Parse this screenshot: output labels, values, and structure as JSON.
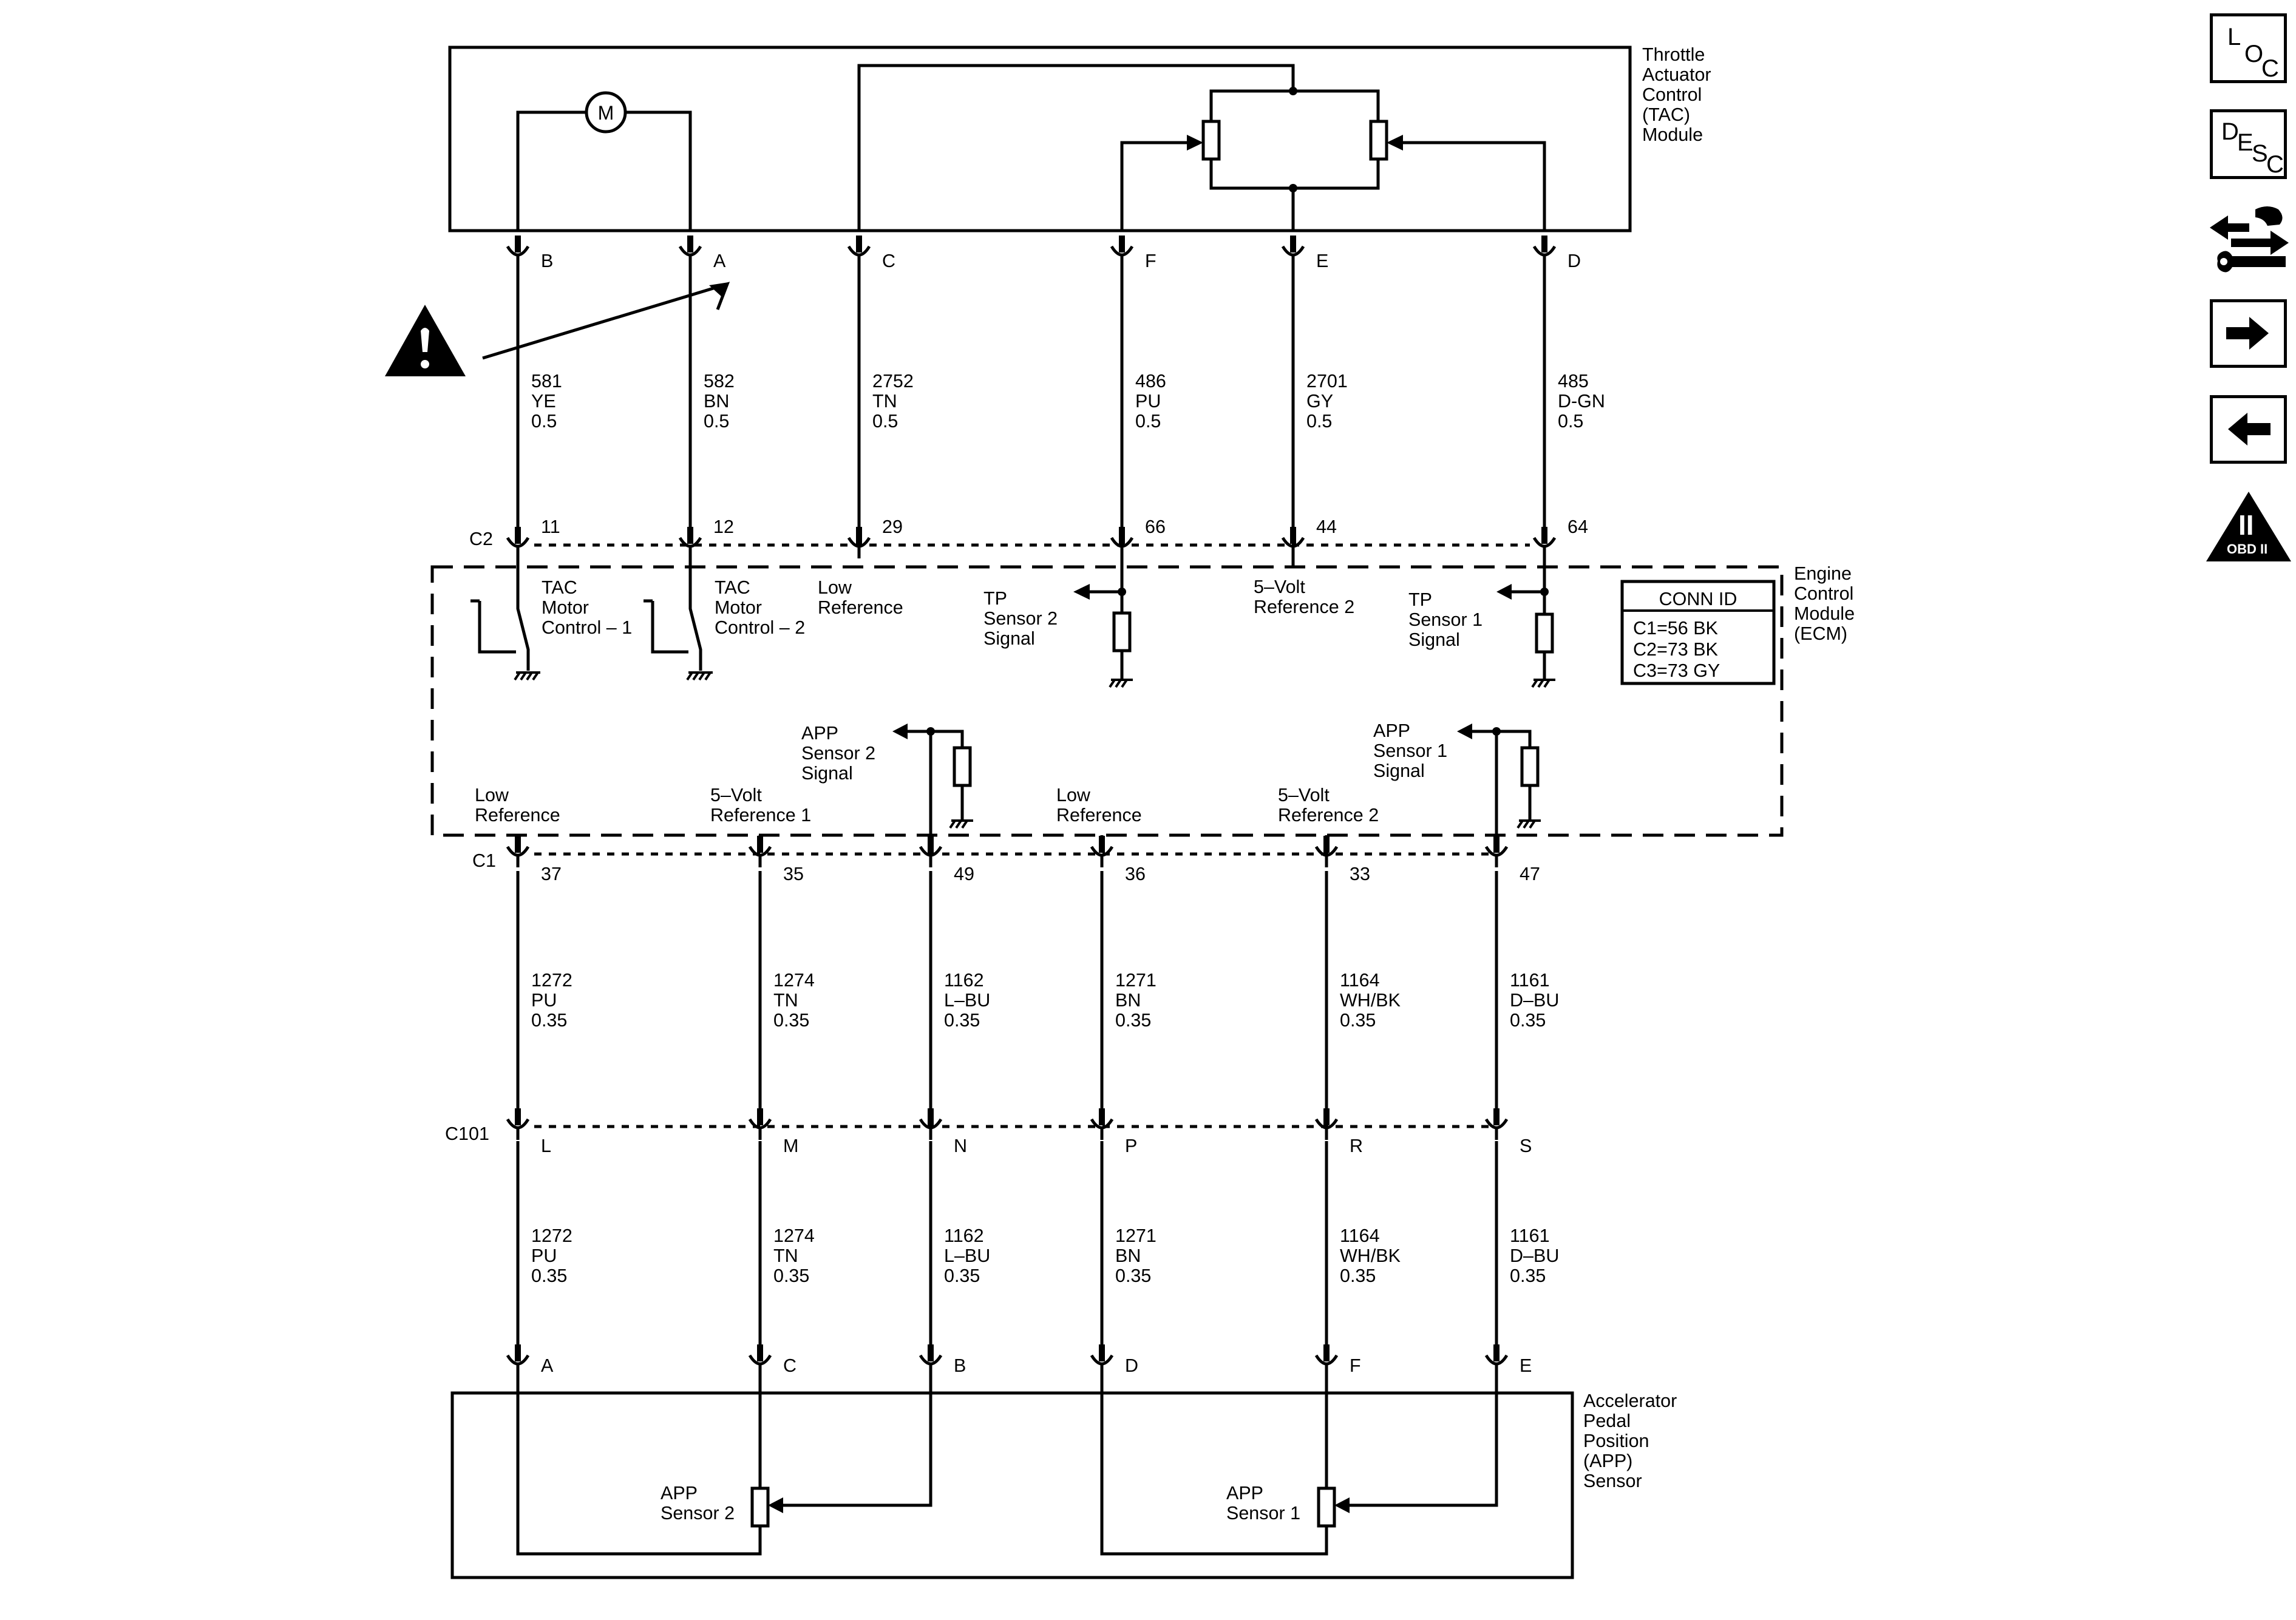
{
  "modules": {
    "tac": [
      "Throttle",
      "Actuator",
      "Control",
      "(TAC)",
      "Module"
    ],
    "ecm": [
      "Engine",
      "Control",
      "Module",
      "(ECM)"
    ],
    "app": [
      "Accelerator",
      "Pedal",
      "Position",
      "(APP)",
      "Sensor"
    ]
  },
  "motor_symbol": "M",
  "conn_id": {
    "header": "CONN ID",
    "rows": [
      "C1=56 BK",
      "C2=73 BK",
      "C3=73 GY"
    ]
  },
  "connectors": {
    "c2": "C2",
    "c1": "C1",
    "c101": "C101"
  },
  "tac_pins": [
    "B",
    "A",
    "C",
    "F",
    "E",
    "D"
  ],
  "c2_pins": [
    "11",
    "12",
    "29",
    "66",
    "44",
    "64"
  ],
  "upper_wires": [
    {
      "circuit": "581",
      "color": "YE",
      "gauge": "0.5"
    },
    {
      "circuit": "582",
      "color": "BN",
      "gauge": "0.5"
    },
    {
      "circuit": "2752",
      "color": "TN",
      "gauge": "0.5"
    },
    {
      "circuit": "486",
      "color": "PU",
      "gauge": "0.5"
    },
    {
      "circuit": "2701",
      "color": "GY",
      "gauge": "0.5"
    },
    {
      "circuit": "485",
      "color": "D-GN",
      "gauge": "0.5"
    }
  ],
  "ecm_upper_labels": [
    [
      "TAC",
      "Motor",
      "Control – 1"
    ],
    [
      "TAC",
      "Motor",
      "Control – 2"
    ],
    [
      "Low",
      "Reference"
    ],
    [
      "TP",
      "Sensor 2",
      "Signal"
    ],
    [
      "5–Volt",
      "Reference 2"
    ],
    [
      "TP",
      "Sensor 1",
      "Signal"
    ]
  ],
  "ecm_lower_labels": [
    [
      "Low",
      "Reference"
    ],
    [
      "5–Volt",
      "Reference 1"
    ],
    [
      "APP",
      "Sensor 2",
      "Signal"
    ],
    [
      "Low",
      "Reference"
    ],
    [
      "5–Volt",
      "Reference 2"
    ],
    [
      "APP",
      "Sensor 1",
      "Signal"
    ]
  ],
  "c1_pins": [
    "37",
    "35",
    "49",
    "36",
    "33",
    "47"
  ],
  "c101_pins": [
    "L",
    "M",
    "N",
    "P",
    "R",
    "S"
  ],
  "app_pins": [
    "A",
    "C",
    "B",
    "D",
    "F",
    "E"
  ],
  "lower_wires": [
    {
      "circuit": "1272",
      "color": "PU",
      "gauge": "0.35"
    },
    {
      "circuit": "1274",
      "color": "TN",
      "gauge": "0.35"
    },
    {
      "circuit": "1162",
      "color": "L–BU",
      "gauge": "0.35"
    },
    {
      "circuit": "1271",
      "color": "BN",
      "gauge": "0.35"
    },
    {
      "circuit": "1164",
      "color": "WH/BK",
      "gauge": "0.35"
    },
    {
      "circuit": "1161",
      "color": "D–BU",
      "gauge": "0.35"
    }
  ],
  "app_sensors": [
    [
      "APP",
      "Sensor 2"
    ],
    [
      "APP",
      "Sensor 1"
    ]
  ],
  "nav": {
    "loc": [
      "L",
      "O",
      "C"
    ],
    "desc": [
      "D",
      "E",
      "S",
      "C"
    ],
    "obd_numeral": "II",
    "obd_text": "OBD II",
    "icons": [
      "location-icon",
      "description-icon",
      "connector-tool-icon",
      "next-arrow-icon",
      "previous-arrow-icon",
      "obd-ii-icon",
      "caution-icon"
    ]
  }
}
